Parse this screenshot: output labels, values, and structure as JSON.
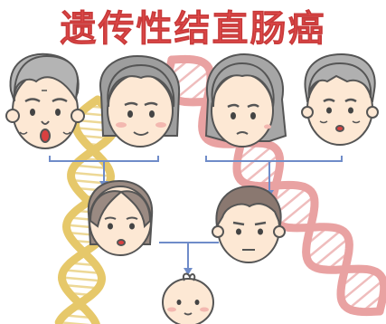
{
  "title": "遗传性结直肠癌",
  "colors": {
    "title": "#e04a4a",
    "helix_left": "#e6c86a",
    "helix_right": "#e9a2a2",
    "connector": "#6f8cc9",
    "skin": "#fde8d4",
    "outline": "#555555"
  },
  "figures": [
    {
      "role": "grandfather-paternal",
      "name": "grandfather-left-icon"
    },
    {
      "role": "grandmother-paternal",
      "name": "grandmother-left-icon"
    },
    {
      "role": "grandmother-maternal",
      "name": "grandmother-right-icon"
    },
    {
      "role": "grandfather-maternal",
      "name": "grandfather-right-icon"
    },
    {
      "role": "mother",
      "name": "mother-icon"
    },
    {
      "role": "father",
      "name": "father-icon"
    },
    {
      "role": "baby",
      "name": "baby-icon"
    }
  ]
}
